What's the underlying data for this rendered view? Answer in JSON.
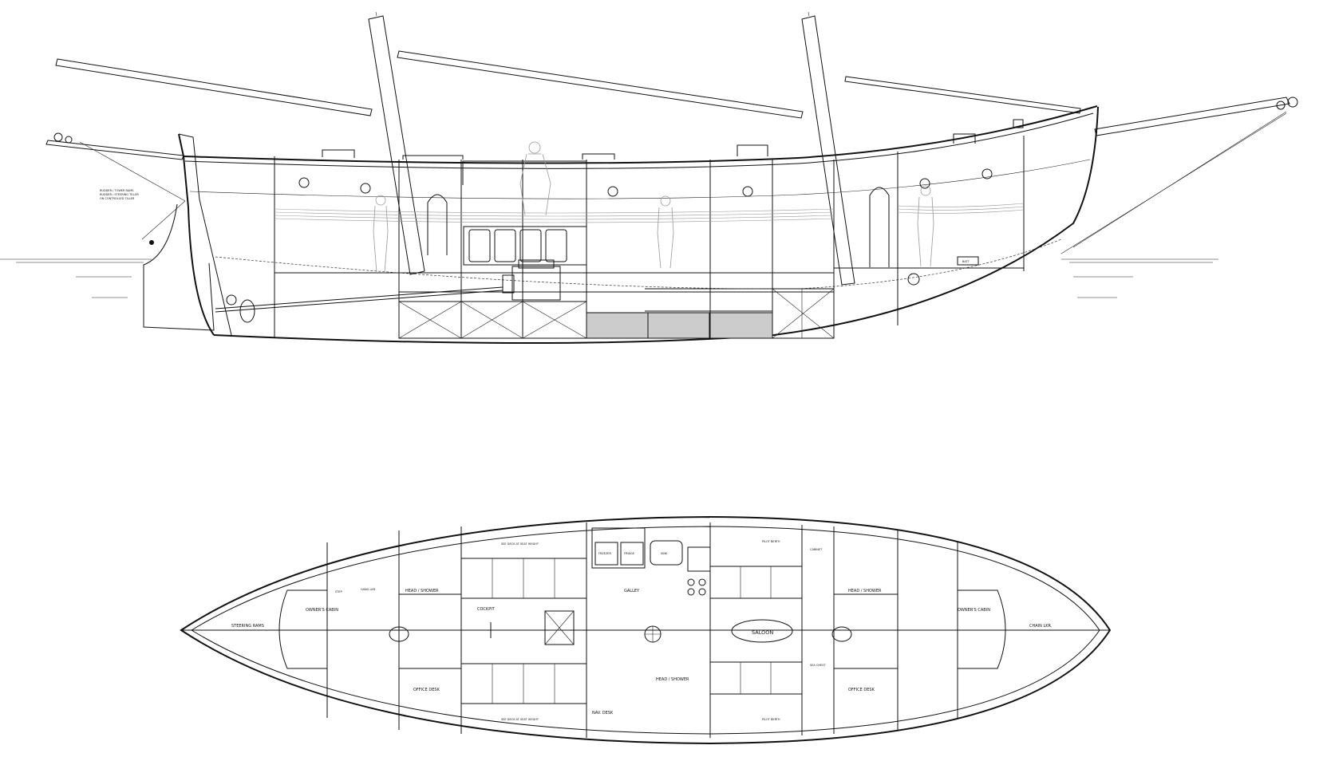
{
  "profile_notes": {
    "line1": "RUDDER / TOWER RAMS",
    "line2": "RUDDER / STEERING TILLER",
    "line3": "ON CONTROLLED TILLER"
  },
  "profile_labels": {
    "batt": "BATT"
  },
  "plan_labels": {
    "steering_rams": "STEERING RAMS",
    "owners_cabin_aft": "OWNER'S CABIN",
    "head_shower_aft": "HEAD / SHOWER",
    "office_desk_aft": "OFFICE DESK",
    "cockpit": "COCKPIT",
    "seat_note_top": "SEE DECK AT SEAT HEIGHT",
    "seat_note_bottom": "SEE DECK AT SEAT HEIGHT",
    "galley": "GALLEY",
    "nav_desk": "NAV. DESK",
    "head_shower_mid": "HEAD / SHOWER",
    "saloon": "SALOON",
    "pilot_berth_top": "PILOT BERTH",
    "pilot_berth_bottom": "PILOT BERTH",
    "head_shower_fwd": "HEAD / SHOWER",
    "office_desk_fwd": "OFFICE DESK",
    "owners_cabin_fwd": "OWNER'S CABIN",
    "chain_lkr": "CHAIN LKR.",
    "step": "STEP",
    "hanging_locker": "HANG LKR",
    "freezer": "FREEZER",
    "fridge": "FRIDGE",
    "sink": "SINK",
    "cabinet": "CABINET",
    "sea_chest": "SEA CHEST"
  }
}
